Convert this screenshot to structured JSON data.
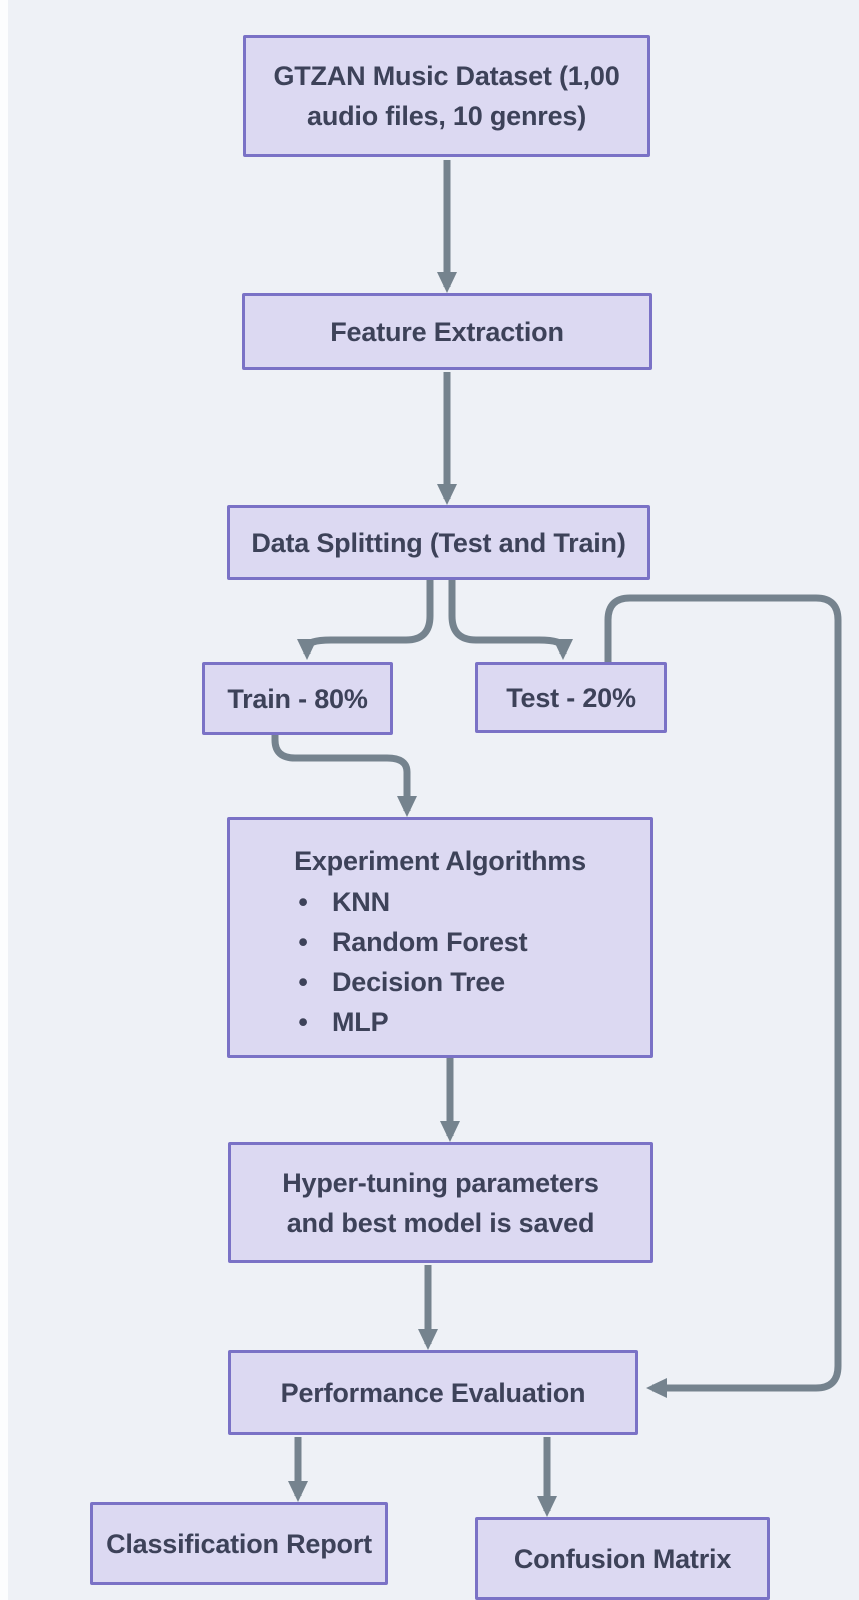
{
  "colors": {
    "background": "#eef1f6",
    "node_fill": "#dcd9f2",
    "node_border": "#7a72c6",
    "node_text": "#3d4259",
    "connector": "#75838e"
  },
  "nodes": {
    "dataset": {
      "line1": "GTZAN Music Dataset (1,00",
      "line2": "audio files, 10 genres)"
    },
    "feature": {
      "label": "Feature Extraction"
    },
    "split": {
      "label": "Data Splitting (Test and Train)"
    },
    "train": {
      "label": "Train - 80%"
    },
    "test": {
      "label": "Test - 20%"
    },
    "experiment": {
      "title": "Experiment Algorithms",
      "bullet": "•",
      "items": [
        "KNN",
        "Random Forest",
        "Decision Tree",
        "MLP"
      ]
    },
    "hyper": {
      "line1": "Hyper-tuning parameters",
      "line2": "and best model is saved"
    },
    "performance": {
      "label": "Performance Evaluation"
    },
    "report": {
      "label": "Classification Report"
    },
    "confusion": {
      "label": "Confusion Matrix"
    }
  }
}
